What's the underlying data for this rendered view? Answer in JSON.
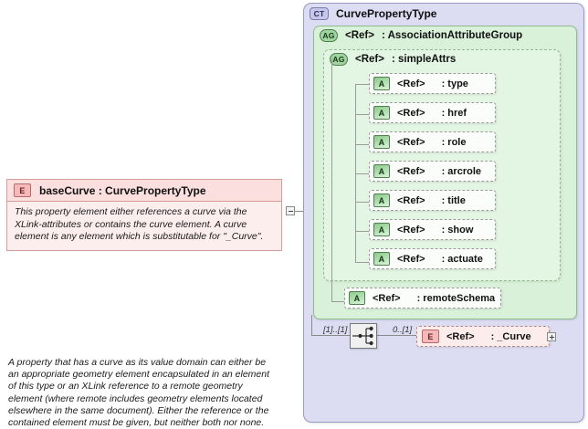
{
  "diagram": {
    "type": "xsd-schema-diagram",
    "colors": {
      "complex_type_panel": "#dcdcf2",
      "attribute_group_panel": "#d9f0d9",
      "attribute_group_inner": "#e3f5e3",
      "element_box": "#fdeeee",
      "element_header": "#fbdede",
      "attribute_row": "#fbfdfb"
    }
  },
  "left_element": {
    "badge": "E",
    "badge_icon_name": "element-badge-icon",
    "title": "baseCurve : CurvePropertyType",
    "name": "baseCurve",
    "type": "CurvePropertyType",
    "documentation": "This property element either references a curve via the XLink-attributes or contains the curve element. A curve element is any element which is substitutable for \"_Curve\".",
    "collapse_toggle": "−"
  },
  "complex_type": {
    "badge": "CT",
    "badge_icon_name": "complex-type-badge-icon",
    "name": "CurvePropertyType",
    "documentation": "A property that has a curve as its value domain can either be an appropriate geometry element encapsulated in an element of this type or an XLink reference to a remote geometry element (where remote includes geometry elements located elsewhere in the same document). Either the reference or the contained element must be given, but neither both nor none."
  },
  "attribute_group_outer": {
    "badge": "AG",
    "badge_icon_name": "attribute-group-badge-icon",
    "ref": "<Ref>",
    "name": ": AssociationAttributeGroup"
  },
  "attribute_group_inner": {
    "badge": "AG",
    "badge_icon_name": "attribute-group-badge-icon",
    "ref": "<Ref>",
    "name": ": simpleAttrs"
  },
  "attributes": [
    {
      "badge": "A",
      "ref": "<Ref>",
      "name": ": type"
    },
    {
      "badge": "A",
      "ref": "<Ref>",
      "name": ": href"
    },
    {
      "badge": "A",
      "ref": "<Ref>",
      "name": ": role"
    },
    {
      "badge": "A",
      "ref": "<Ref>",
      "name": ": arcrole"
    },
    {
      "badge": "A",
      "ref": "<Ref>",
      "name": ": title"
    },
    {
      "badge": "A",
      "ref": "<Ref>",
      "name": ": show"
    },
    {
      "badge": "A",
      "ref": "<Ref>",
      "name": ": actuate"
    }
  ],
  "remote_schema_attribute": {
    "badge": "A",
    "badge_icon_name": "attribute-badge-icon",
    "ref": "<Ref>",
    "name": ": remoteSchema"
  },
  "content_model": {
    "left_cardinality": "[1]..[1]",
    "right_cardinality": "0..[1]",
    "connector_icon_name": "sequence-connector-icon",
    "curve_element": {
      "badge": "E",
      "badge_icon_name": "element-badge-icon",
      "ref": "<Ref>",
      "name": ": _Curve",
      "expand_toggle": "+"
    }
  }
}
